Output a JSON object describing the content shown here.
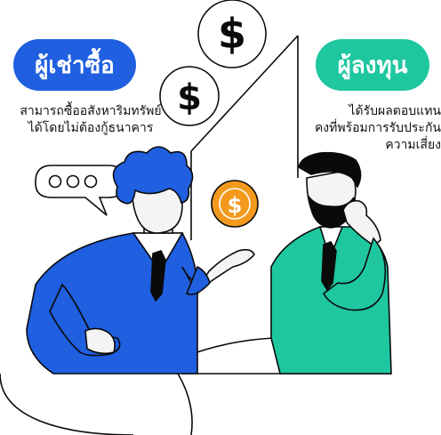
{
  "buyer": {
    "title": "ผู้เช่าซื้อ",
    "desc_line1": "สามารถซื้ออสังหาริมทรัพย์",
    "desc_line2": "ได้โดยไม่ต้องกู้ธนาคาร"
  },
  "investor": {
    "title": "ผู้ลงทุน",
    "desc_line1": "ได้รับผลตอบแทน",
    "desc_line2": "คงที่พร้อมการรับประกัน",
    "desc_line3": "ความเสี่ยง"
  },
  "coins": [
    "$",
    "$",
    "$"
  ],
  "colors": {
    "buyer_blue": "#1f5fe0",
    "investor_teal": "#1fc7a1",
    "coin_orange": "#f39a1e",
    "skin": "#f4f4f4",
    "ink": "#0a0a0a"
  },
  "icons": [
    "speech-bubble-icon",
    "dollar-icon",
    "coin-icon"
  ]
}
